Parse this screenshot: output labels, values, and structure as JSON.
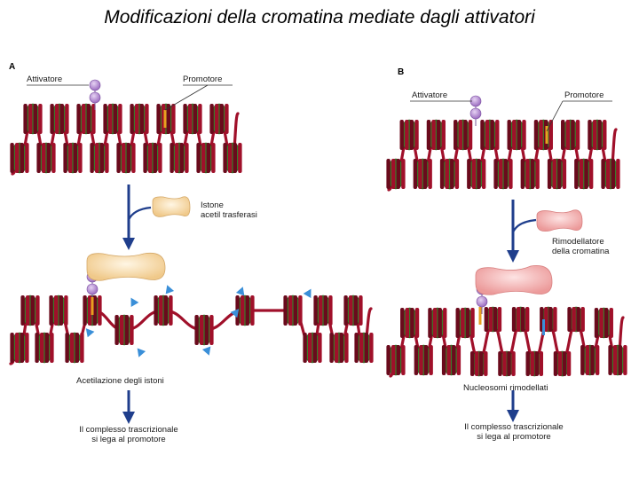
{
  "title": "Modificazioni della cromatina mediate dagli attivatori",
  "panel_a": {
    "letter": "A",
    "activator_label": "Attivatore",
    "promoter_label": "Promotore",
    "enzyme_label_line1": "Istone",
    "enzyme_label_line2": "acetil trasferasi",
    "result_label": "Acetilazione degli istoni",
    "outcome_line1": "Il complesso trascrizionale",
    "outcome_line2": "si lega al promotore"
  },
  "panel_b": {
    "letter": "B",
    "activator_label": "Attivatore",
    "promoter_label": "Promotore",
    "enzyme_label_line1": "Rimodellatore",
    "enzyme_label_line2": "della cromatina",
    "result_label": "Nucleosomi rimodellati",
    "outcome_line1": "Il complesso trascrizionale",
    "outcome_line2": "si lega al promotore"
  },
  "colors": {
    "nucleosome": "#a0102a",
    "nucleosome_dark": "#6a0a1c",
    "dna_core": "#3a7a2a",
    "hat_enzyme": "#f3d9a8",
    "remodeler_enzyme": "#f2b3b3",
    "activator": "#b48ad0",
    "arrow": "#1f3e8c",
    "acetyl": "#3a8fd8",
    "promoter_mark": "#e8a020"
  }
}
